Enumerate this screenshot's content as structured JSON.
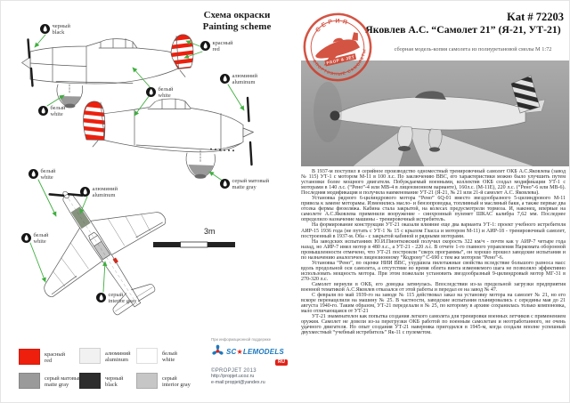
{
  "colors": {
    "red": "#ee1f0d",
    "callout_line": "#3fae3f",
    "aluminum": "#f1f1f1",
    "white": "#ffffff",
    "matte_gray": "#9a9a9a",
    "black": "#2d2d2d",
    "interior_gray": "#c6c6c6"
  },
  "left": {
    "title_ru": "Схема окраски",
    "title_en": "Painting scheme",
    "scale_label": "3m",
    "callouts": [
      {
        "ru": "черный",
        "en": "black"
      },
      {
        "ru": "красный",
        "en": "red"
      },
      {
        "ru": "белый",
        "en": "white"
      },
      {
        "ru": "белый",
        "en": "white"
      },
      {
        "ru": "алюминий",
        "en": "aluminum"
      },
      {
        "ru": "серый матовый",
        "en": "matte gray"
      },
      {
        "ru": "белый",
        "en": "white"
      },
      {
        "ru": "алюминий",
        "en": "aluminum"
      },
      {
        "ru": "белый",
        "en": "white"
      },
      {
        "ru": "серый",
        "en": "interior gray"
      }
    ],
    "legend": [
      {
        "ru": "красный",
        "en": "red",
        "color": "#ee1f0d"
      },
      {
        "ru": "алюминий",
        "en": "aluminum",
        "color": "#f1f1f1"
      },
      {
        "ru": "белый",
        "en": "white",
        "color": "#ffffff"
      },
      {
        "ru": "серый матовый",
        "en": "matte gray",
        "color": "#9a9a9a"
      },
      {
        "ru": "черный",
        "en": "black",
        "color": "#2d2d2d"
      },
      {
        "ru": "серый",
        "en": "interior gray",
        "color": "#c6c6c6"
      }
    ],
    "support": {
      "tagline": "При информационной поддержке",
      "logo_prefix": "SC",
      "logo_star": "★",
      "logo_suffix": "LEMODELS",
      "logo_ru": "RU",
      "copyright": "©PROPJET 2013",
      "url": "http://propjet.ucoz.ru",
      "email": "e-mail:propjet@yandex.ru"
    }
  },
  "right": {
    "kat": "Kat # 72203",
    "title": "Яковлев А.С. “Самолет 21” (Я-21, УТ-21)",
    "subtitle": "сборная модель-копия самолета из полиуретановой смолы М 1:72",
    "stamp": {
      "series": "СЕРИЯ",
      "ring": "СПОРТИВНЫЕ САМОЛЕТЫ",
      "brand": "PROP & JET"
    },
    "paragraphs": [
      "В 1937-м поступил в серийное производство одноместный тренировочный самолет ОКБ А.С.Яковлева (завод № 115) УТ-1 с мотором М-11 в 100 л.с. По заключению ВВС, его характеристики можно было улучшить путем установки более мощного двигателя. Побуждаемый военными, коллектив ОКБ создал модификации УТ-1 с моторами в 140 л.с. (“Рено”-4 или МВ-4 в лицензионном варианте), 160л.с. (М-11Е), 220 л.с. (“Рено”-6 или МВ-6). Последняя модификация и получила наименование УТ-21 (Я-21, № 21 или 21-й самолет А.С. Яковлева).",
      "Установка рядного 6-цилиндрового мотора “Рено” 6Q-01 вместо звездообразного 5-цилиндрового М-11 привела к замене моторамы. Изменились масло- и бензопроводка, топливный и масляный баки, а также первые два отсека фермы фюзеляжа. Кабина стала закрытой, на колесах предусмотрели тормоза. И, наконец, впервые на самолете А.С.Яковлева применили вооружение - синхронный пулемет ШКАС калибра 7,62 мм. Последнее определило назначение машины - тренировочный истребитель.",
      "На формирование конструкции УТ-21 оказали влияние еще два варианта УТ-1: проект учебного истребителя АИР-15 1936 года (не путать с УТ-1 № 15 с крылом Гласса и мотором М-11) и АИР-18 - тренировочный самолет, построенный в 1937-м. Оба - с закрытой кабиной и рядными моторами.",
      "На заводских испытаниях Ю.И.Пионтковский получил скорость 322 км/ч - почти как у АИР-7 четыре года назад, но АИР-7 имел мотор в 480 л.с., а УТ-21 - 220 л.с. В отчете 1-го главного управления Наркомата оборонной промышленности отмечено, что УТ-21 построили “сверх программы”, он хорошо прошел заводские испытания и по назначению аналогичен лицензионному “Кодрону” С-690 с тем же мотором “Рено”-6.",
      "Установка “Рено”, по оценке НИИ ВВС, ухудшила пилотажные свойства вследствие большого разноса масс вдоль продольной оси самолета, а отсутствие во время облета винта изменяемого шага не позволяло эффективно использовать мощность мотора. При этом пожелали установить звездообразный 9-цилиндровый мотор МГ-31 в 270-320 л.с.",
      "Самолет вернули в ОКБ, его доводка затянулась. Впоследствии из-за предельной загрузки предприятия военной тематикой А.С.Яковлев отказался от этой работы и передал ее на завод № 47.",
      "С февраля по май 1939-го на заводе № 115 действовал заказ на установку мотора на самолет № 21, но его вскоре перенацелили на машину № 25. В частности, заводские испытания планировались с середины мая до 21 августа 1940-го. Таким образом, УТ-21 переделали в № 25, по которому в архиве сохранилась только компоновка, мало отличающаяся от УТ-21",
      "УТ-21 знаменателен как попытка создания легкого самолета для тренировки военных летчиков с применением оружия. Самолет не довели из-за перегрузки ОКБ работой по военным самолетам и неотработанного, не очень удачного двигателя. Но опыт создания УТ-21 наверняка пригодился в 1945-м, когда создали вполне успешный двухместный “учебный истребитель” Як-11 с пулеметом."
    ]
  }
}
